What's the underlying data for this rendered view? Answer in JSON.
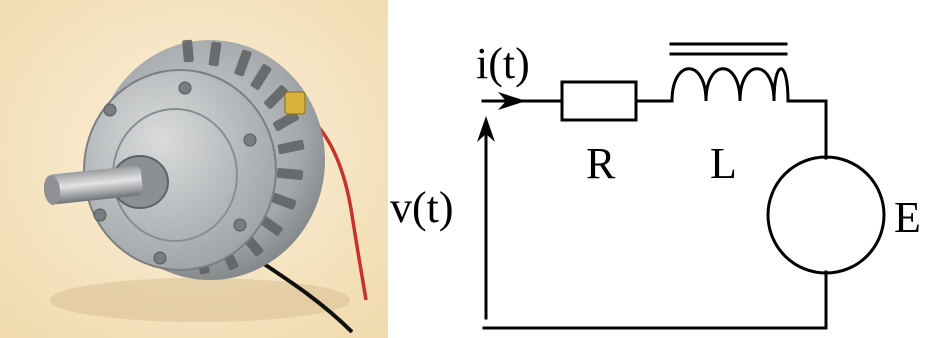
{
  "labels": {
    "current": "i(t)",
    "voltage": "v(t)",
    "resistor": "R",
    "inductor": "L",
    "emf": "E"
  },
  "photo": {
    "subject": "motor-photo",
    "background_color": "#f6e7c4",
    "motor_color": "#a9acaf",
    "wire_red": "#c8322a",
    "wire_black": "#111111"
  },
  "colors": {
    "circuit_line": "#000000",
    "background": "#ffffff"
  }
}
